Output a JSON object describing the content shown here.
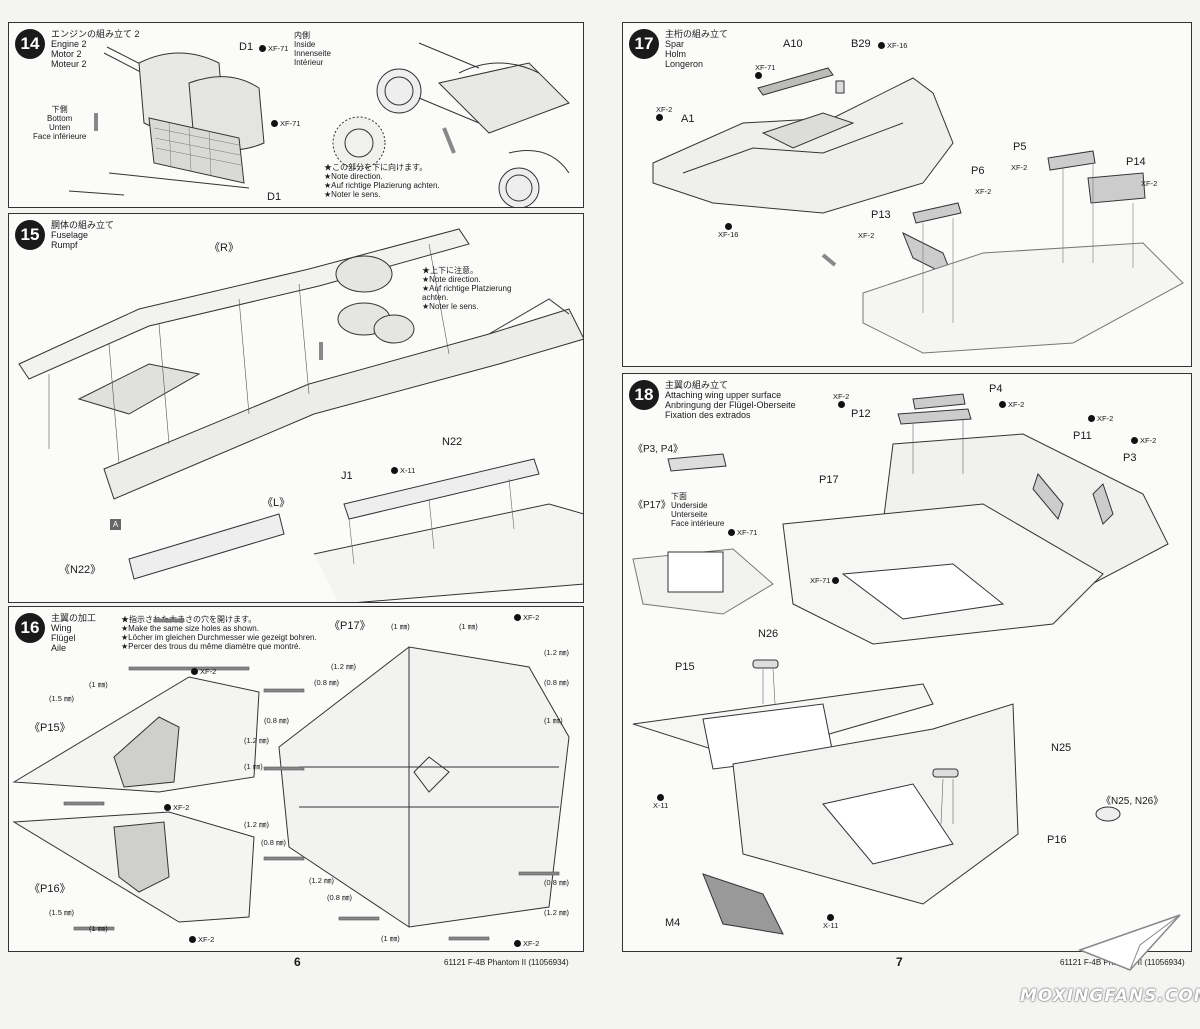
{
  "step14": {
    "num": "14",
    "title_ja": "エンジンの組み立て 2",
    "title_en": "Engine 2",
    "title_de": "Motor 2",
    "title_fr": "Moteur 2",
    "inside_ja": "内側",
    "inside_en": "Inside",
    "inside_de": "Innenseite",
    "inside_fr": "Intérieur",
    "bottom_ja": "下側",
    "bottom_en": "Bottom",
    "bottom_de": "Unten",
    "bottom_fr": "Face inférieure",
    "d1_top": "D1",
    "d1_bottom": "D1",
    "paint1": "XF-71",
    "paint2": "XF-71",
    "note1": "★この部分を下に向けます。",
    "note2": "★Note direction.",
    "note3": "★Auf richtige Plazierung achten.",
    "note4": "★Noter le sens."
  },
  "step15": {
    "num": "15",
    "title_ja": "胴体の組み立て",
    "title_en": "Fuselage",
    "title_de": "Rumpf",
    "r_label": "《R》",
    "l_label": "《L》",
    "n22": "N22",
    "n22b": "《N22》",
    "j1": "J1",
    "x11": "X-11",
    "chip_a": "A",
    "note1": "★上下に注意。",
    "note2": "★Note direction.",
    "note3": "★Auf richtige Platzierung",
    "note3b": "achten.",
    "note4": "★Noter le sens."
  },
  "step16": {
    "num": "16",
    "title_ja": "主翼の加工",
    "title_en": "Wing",
    "title_de": "Flügel",
    "title_fr": "Aile",
    "note1": "★指示された大きさの穴を開けます。",
    "note2": "★Make the same size holes as shown.",
    "note3": "★Löcher im gleichen Durchmesser wie gezeigt bohren.",
    "note4": "★Percer des trous du même diamètre que montré.",
    "p15": "《P15》",
    "p16": "《P16》",
    "p17": "《P17》",
    "xf2": "XF-2",
    "mm15": "(1.5 ㎜)",
    "mm1": "(1 ㎜)",
    "mm12": "(1.2 ㎜)",
    "mm08": "(0.8 ㎜)"
  },
  "step17": {
    "num": "17",
    "title_ja": "主桁の組み立て",
    "title_en": "Spar",
    "title_de": "Holm",
    "title_fr": "Longeron",
    "a10": "A10",
    "b29": "B29",
    "a1": "A1",
    "p5": "P5",
    "p6": "P6",
    "p13": "P13",
    "p14": "P14",
    "xf2": "XF-2",
    "xf16": "XF-16",
    "xf71": "XF-71"
  },
  "step18": {
    "num": "18",
    "title_ja": "主翼の組み立て",
    "title_en": "Attaching wing upper surface",
    "title_de": "Anbringung der Flügel-Oberseite",
    "title_fr": "Fixation des extrados",
    "p3p4": "《P3, P4》",
    "p17": "《P17》",
    "underside_ja": "下面",
    "underside_en": "Underside",
    "underside_de": "Unterseite",
    "underside_fr": "Face intérieure",
    "p4": "P4",
    "p12": "P12",
    "p11": "P11",
    "p3": "P3",
    "p17b": "P17",
    "n26": "N26",
    "p15": "P15",
    "n25": "N25",
    "n25n26": "《N25, N26》",
    "p16": "P16",
    "m4": "M4",
    "xf2": "XF-2",
    "xf71": "XF-71",
    "x11": "X-11"
  },
  "footer": {
    "page_left": "6",
    "page_right": "7",
    "code_left": "61121  F-4B Phantom II (11056934)",
    "code_right": "61121  F-4B Phantom II (11056934)",
    "watermark": "MOXINGFANS.COM"
  }
}
